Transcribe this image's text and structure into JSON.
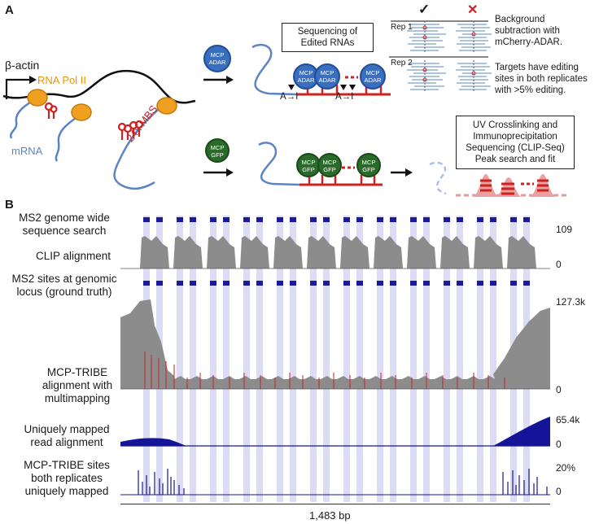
{
  "panel_a": {
    "label": "A",
    "gene_label": "β-actin",
    "pol_label": "RNA Pol II",
    "mrna_label": "mRNA",
    "mbs_label": "24x MBS",
    "mcp_adar_badge": [
      "MCP",
      "ADAR"
    ],
    "mcp_gfp_badge": [
      "MCP",
      "GFP"
    ],
    "sequencing_box": [
      "Sequencing of",
      "Edited RNAs"
    ],
    "edit_label_1": "A→I",
    "edit_label_2": "A→I",
    "rep1_label": "Rep 1",
    "rep2_label": "Rep 2",
    "check_mark": "✓",
    "cross_mark": "✕",
    "note_background": [
      "Background",
      "subtraction with",
      "mCherry-ADAR."
    ],
    "note_targets": [
      "Targets have editing",
      "sites in both replicates",
      "with >5% editing."
    ],
    "clip_box": [
      "UV Crosslinking and",
      "Immunoprecipitation",
      "Sequencing (CLIP-Seq)",
      "Peak search and fit"
    ],
    "colors": {
      "mrna": "#5b84c4",
      "hairpin": "#cc2222",
      "pol": "#f0a020",
      "adar": "#3a6fc0",
      "gfp": "#2a6a2a"
    }
  },
  "panel_b": {
    "label": "B",
    "tracks": [
      {
        "label": [
          "MS2 genome wide",
          "sequence search"
        ]
      },
      {
        "label": [
          "CLIP alignment"
        ],
        "ymax": "109",
        "ymin": "0"
      },
      {
        "label": [
          "MS2 sites at genomic",
          "locus (ground truth)"
        ]
      },
      {
        "label": [
          "MCP-TRIBE",
          "alignment with",
          "multimapping"
        ],
        "ymax": "127.3k",
        "ymin": "0"
      },
      {
        "label": [
          "Uniquely mapped",
          "read alignment"
        ],
        "ymax": "65.4k",
        "ymin": "0"
      },
      {
        "label": [
          "MCP-TRIBE sites",
          "both replicates",
          "uniquely mapped"
        ],
        "ymax": "20%",
        "ymin": "0"
      }
    ],
    "scale_label": "1,483 bp",
    "colors": {
      "site_mark": "#1a1aa0",
      "band": "#dcdcf4",
      "coverage": "#8c8c8c",
      "unique": "#15159a",
      "edit": "#cc2222"
    }
  }
}
